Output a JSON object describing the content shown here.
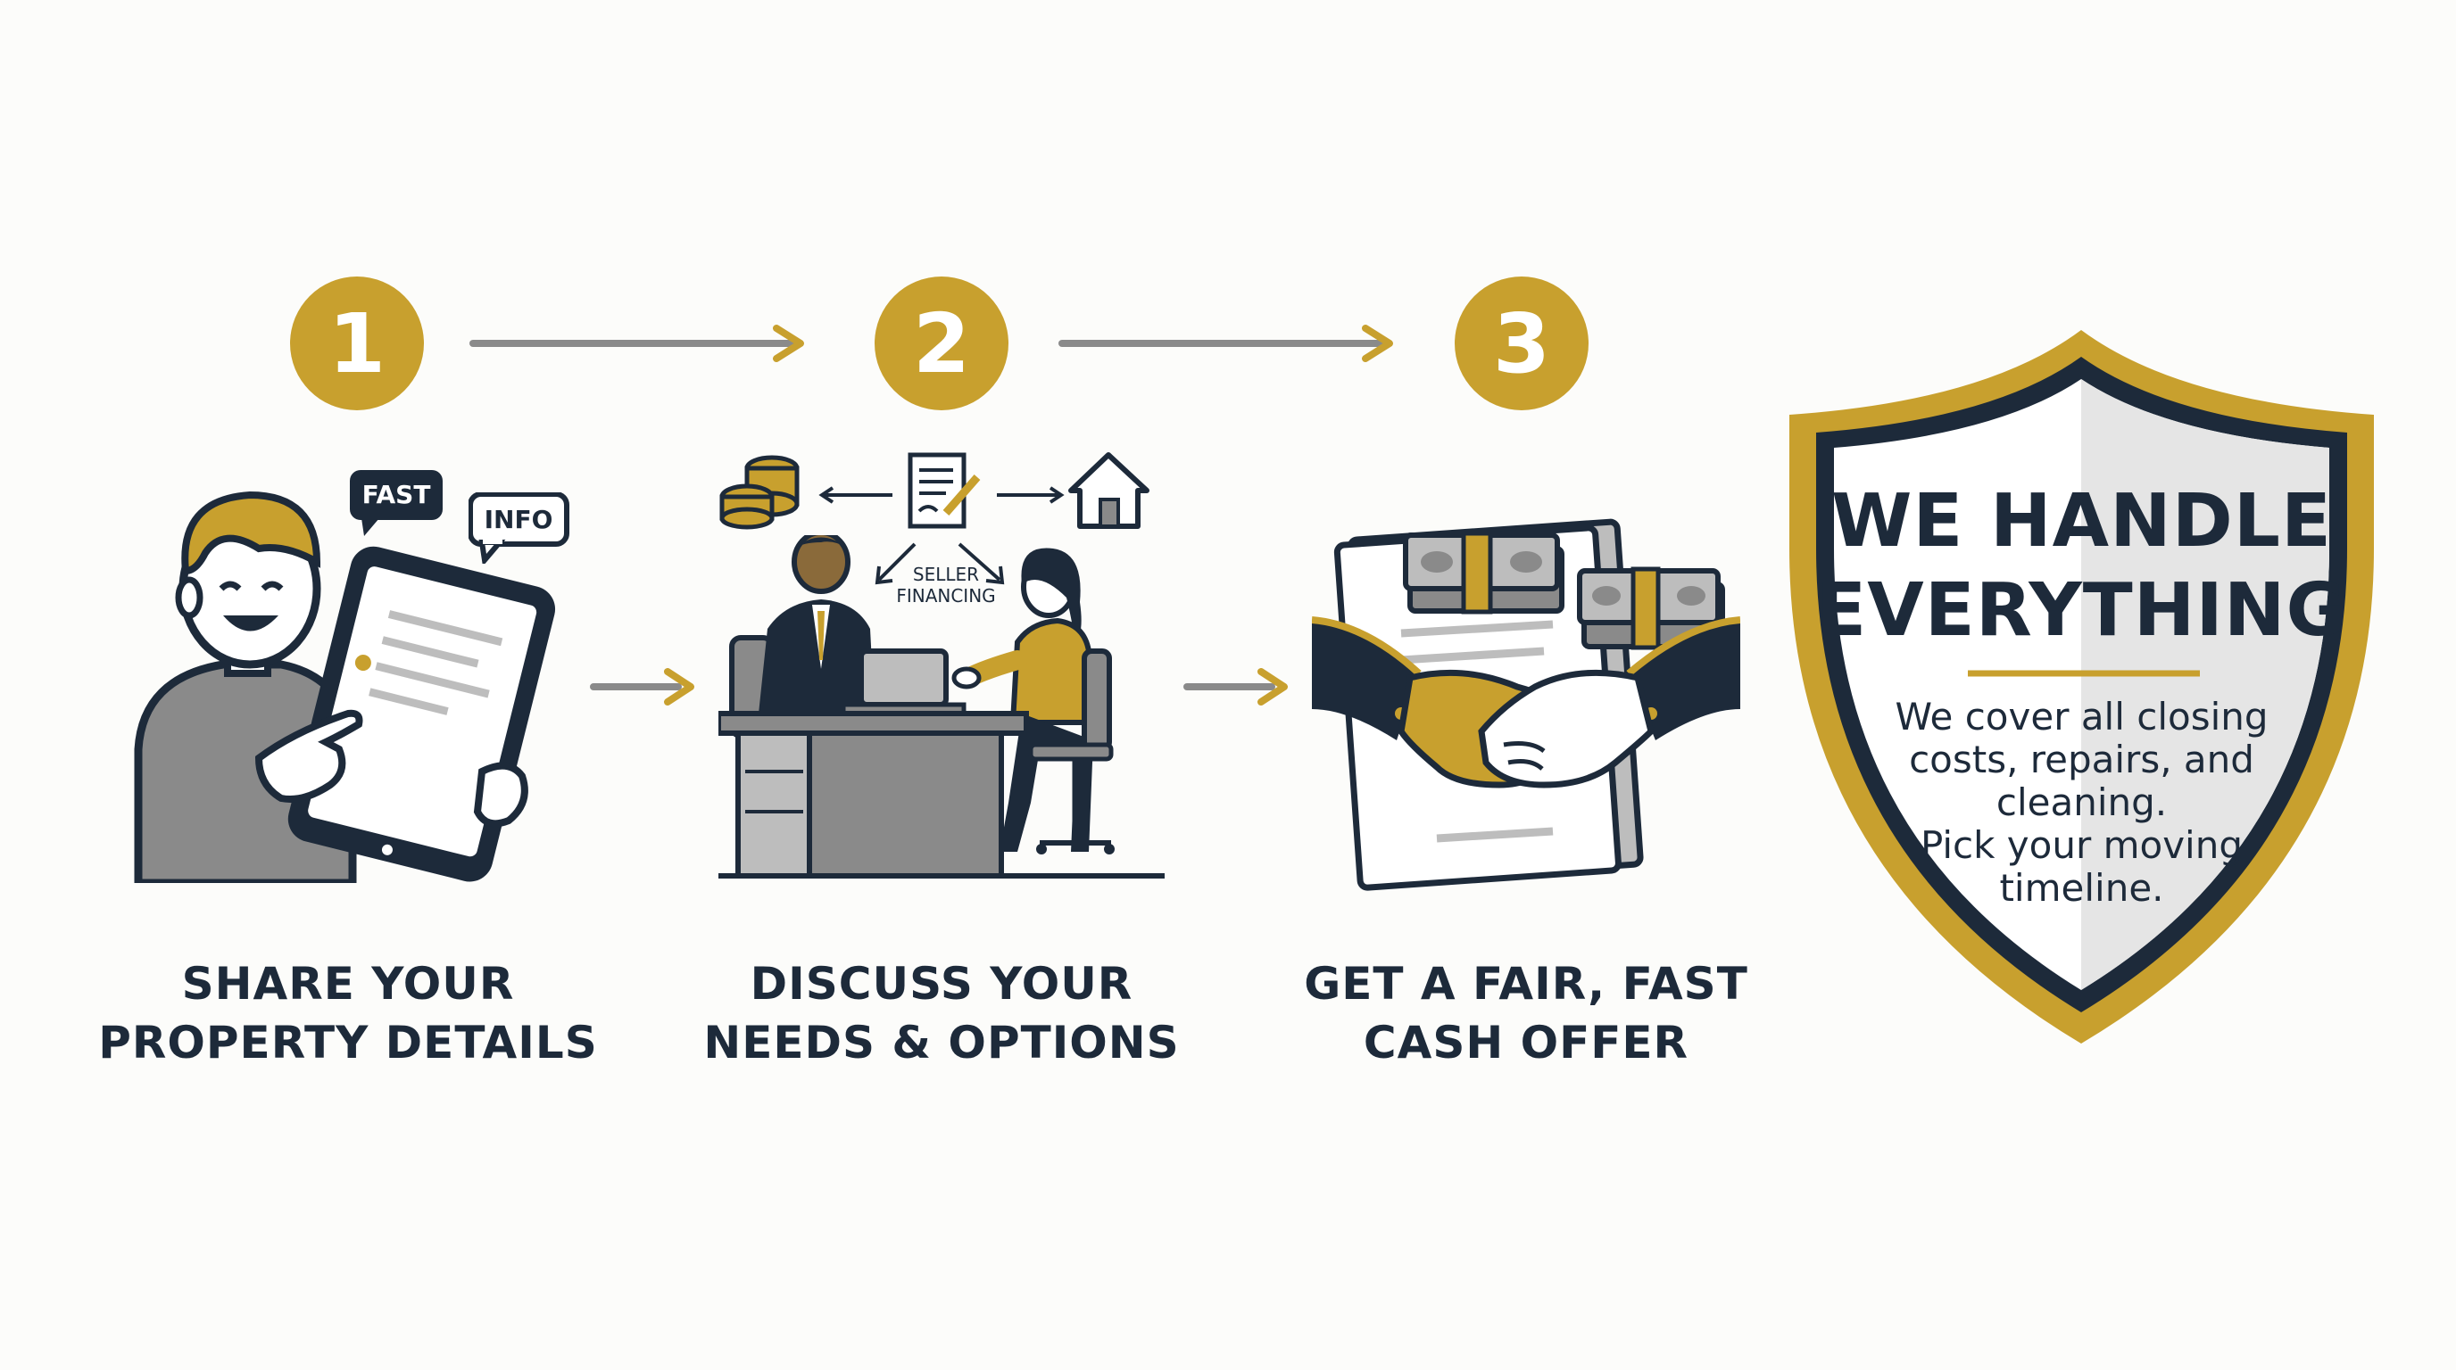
{
  "colors": {
    "gold": "#c8a02e",
    "navy": "#1d2a3a",
    "gray": "#7f7f7f",
    "light_gray": "#bdbdbd",
    "background": "#fcfcfa"
  },
  "steps": [
    {
      "number": "1",
      "caption_line1": "SHARE YOUR",
      "caption_line2": "PROPERTY DETAILS",
      "bubbles": [
        "FAST",
        "INFO"
      ]
    },
    {
      "number": "2",
      "caption_line1": "DISCUSS YOUR",
      "caption_line2": "NEEDS & OPTIONS",
      "diagram_label_line1": "SELLER",
      "diagram_label_line2": "FINANCING"
    },
    {
      "number": "3",
      "caption_line1": "GET A FAIR, FAST",
      "caption_line2": "CASH OFFER"
    }
  ],
  "shield": {
    "title_line1": "WE HANDLE",
    "title_line2": "EVERYTHING",
    "body_line1": "We cover all closing",
    "body_line2": "costs, repairs, and",
    "body_line3": "cleaning.",
    "body_line4": "Pick your moving",
    "body_line5": "timeline."
  },
  "icons": [
    "person-with-tablet-icon",
    "meeting-desk-icon",
    "coins-icon",
    "contract-icon",
    "house-icon",
    "handshake-icon",
    "cash-stack-icon",
    "shield-icon"
  ]
}
